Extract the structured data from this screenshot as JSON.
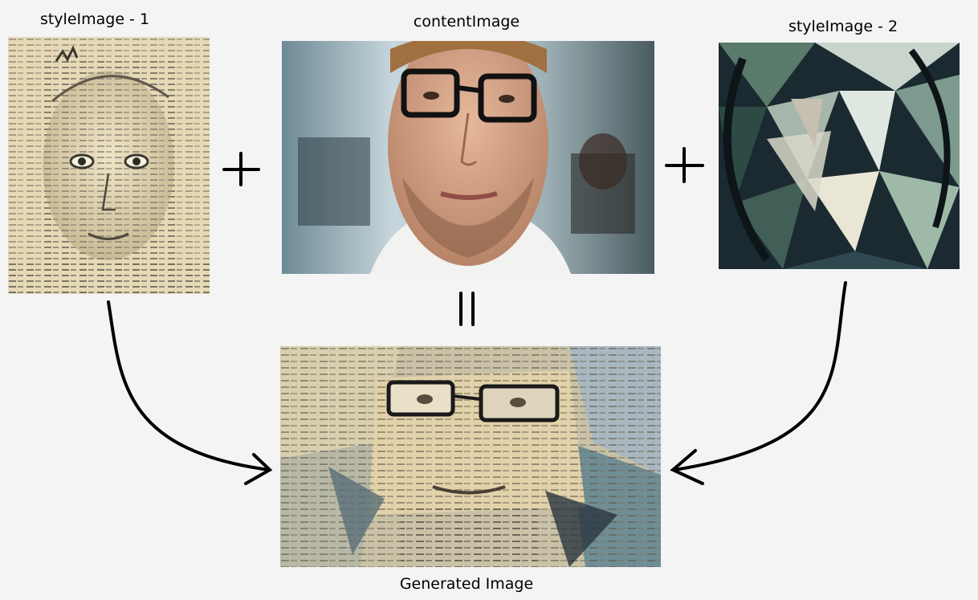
{
  "labels": {
    "style1": "styleImage - 1",
    "content": "contentImage",
    "style2": "styleImage - 2",
    "generated": "Generated Image"
  },
  "operators": {
    "plus": "+",
    "equals": "="
  },
  "colors": {
    "background": "#f4f4f4",
    "stroke": "#000000"
  },
  "icons": {
    "style1": "newspaper-collage-portrait-icon",
    "content": "man-with-glasses-photo-icon",
    "style2": "low-poly-portrait-icon",
    "generated": "stylized-blended-portrait-icon"
  }
}
